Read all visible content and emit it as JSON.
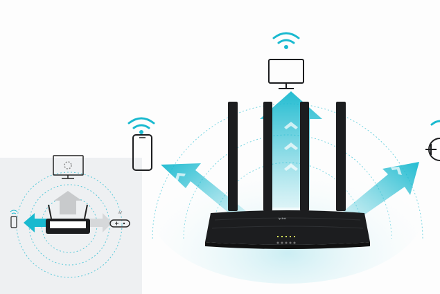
{
  "router": {
    "brand_logo": "tp-link",
    "led_count": 5,
    "antenna_count": 4
  },
  "colors": {
    "accent": "#19b9cf",
    "router": "#1c1d1f",
    "inset_bg": "#eef0f2"
  },
  "devices": [
    "desktop-monitor",
    "smartphone",
    "add-device",
    "small-monitor",
    "small-phone",
    "game-controller"
  ]
}
